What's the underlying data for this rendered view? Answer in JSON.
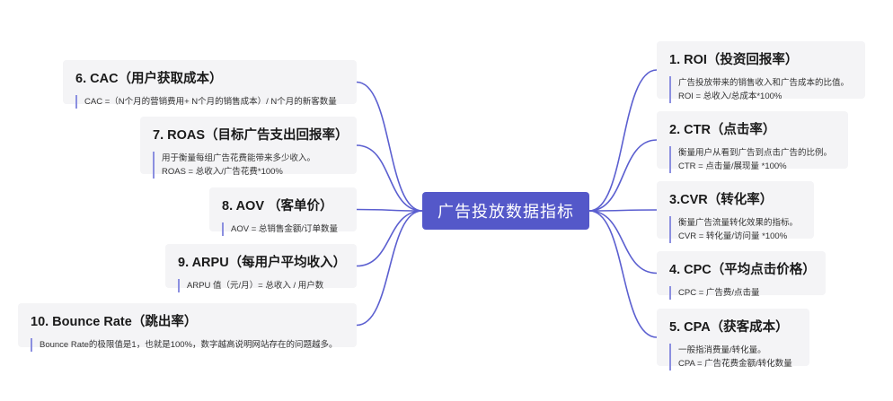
{
  "center": {
    "label": "广告投放数据指标"
  },
  "nodes": [
    {
      "id": "roi",
      "title": "1. ROI（投资回报率）",
      "lines": [
        "广告投放带来的销售收入和广告成本的比值。",
        "ROI = 总收入/总成本*100%"
      ]
    },
    {
      "id": "ctr",
      "title": "2. CTR（点击率）",
      "lines": [
        "衡量用户从看到广告到点击广告的比例。",
        "CTR = 点击量/展现量 *100%"
      ]
    },
    {
      "id": "cvr",
      "title": "3.CVR（转化率）",
      "lines": [
        "衡量广告流量转化效果的指标。",
        "CVR = 转化量/访问量 *100%"
      ]
    },
    {
      "id": "cpc",
      "title": "4. CPC（平均点击价格）",
      "lines": [
        "CPC = 广告费/点击量"
      ]
    },
    {
      "id": "cpa",
      "title": "5. CPA（获客成本）",
      "lines": [
        "一般指消费量/转化量。",
        "CPA = 广告花费金额/转化数量"
      ]
    },
    {
      "id": "cac",
      "title": "6. CAC（用户获取成本）",
      "lines": [
        "CAC =（N个月的营销费用+ N个月的销售成本）/ N个月的新客数量"
      ]
    },
    {
      "id": "roas",
      "title": "7. ROAS（目标广告支出回报率）",
      "lines": [
        "用于衡量每组广告花费能带来多少收入。",
        "ROAS = 总收入/广告花费*100%"
      ]
    },
    {
      "id": "aov",
      "title": "8. AOV （客单价）",
      "lines": [
        "AOV = 总销售金额/订单数量"
      ]
    },
    {
      "id": "arpu",
      "title": "9. ARPU（每用户平均收入）",
      "lines": [
        "ARPU 值（元/月）= 总收入 / 用户数"
      ]
    },
    {
      "id": "bounce",
      "title": "10. Bounce Rate（跳出率）",
      "lines": [
        "Bounce Rate的极限值是1，也就是100%，数字越高说明网站存在的问题越多。"
      ]
    }
  ],
  "colors": {
    "center": "#5458c9",
    "connector": "#5b5fd0",
    "card": "#f4f4f6",
    "accent_bar": "#8b8fe0"
  }
}
